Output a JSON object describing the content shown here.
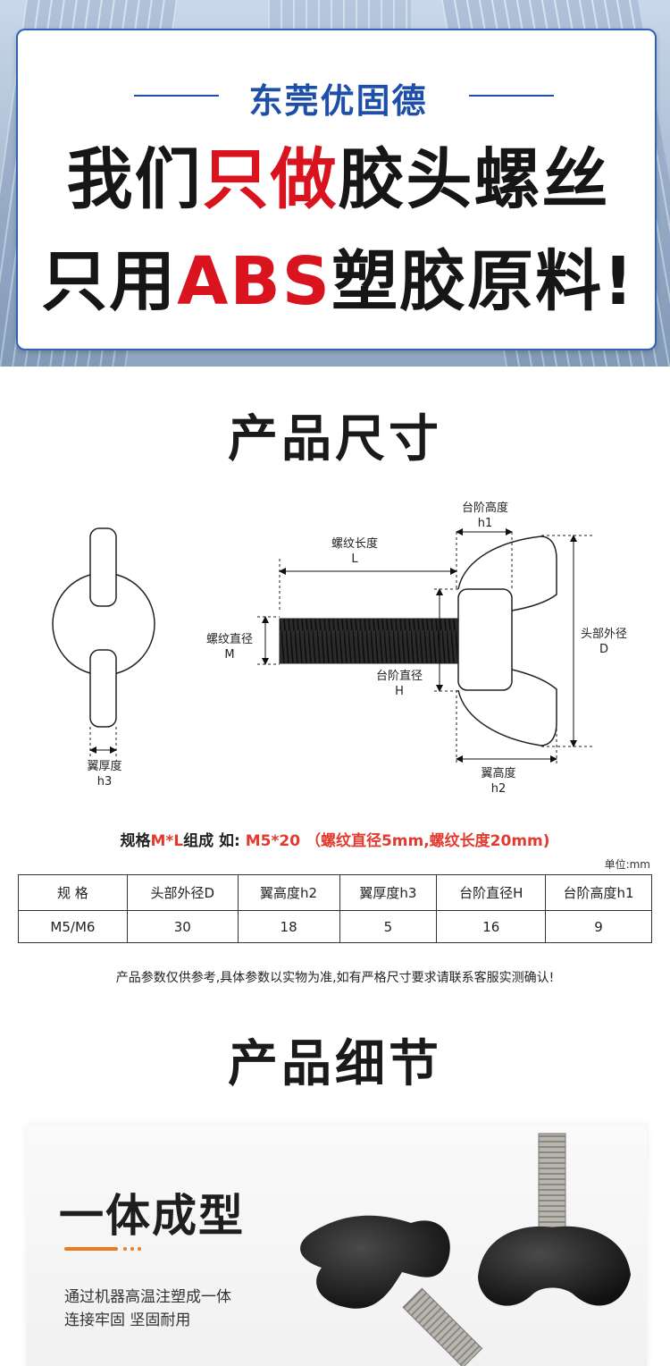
{
  "banner": {
    "brand": "东莞优固德",
    "line1": {
      "a": "我们",
      "b": "只做",
      "c": "胶头螺丝"
    },
    "line2": {
      "a": "只用",
      "b": "ABS",
      "c": "塑胶原料!"
    }
  },
  "size_section": {
    "title": "产品尺寸",
    "labels": {
      "h1_name": "台阶高度",
      "h1_sym": "h1",
      "L_name": "螺纹长度",
      "L_sym": "L",
      "D_name": "头部外径",
      "D_sym": "D",
      "M_name": "螺纹直径",
      "M_sym": "M",
      "H_name": "台阶直径",
      "H_sym": "H",
      "h2_name": "翼高度",
      "h2_sym": "h2",
      "h3_name": "翼厚度",
      "h3_sym": "h3"
    },
    "spec": {
      "p1": "规格",
      "p2": "M*L",
      "p3": "组成 如: ",
      "p4": "M5*20 （螺纹直径5mm,螺纹长度20mm)"
    },
    "unit": "单位:mm",
    "table": {
      "headers": [
        "规 格",
        "头部外径D",
        "翼高度h2",
        "翼厚度h3",
        "台阶直径H",
        "台阶高度h1"
      ],
      "row": [
        "M5/M6",
        "30",
        "18",
        "5",
        "16",
        "9"
      ]
    },
    "note": "产品参数仅供参考,具体参数以实物为准,如有严格尺寸要求请联系客服实测确认!"
  },
  "detail_section": {
    "title": "产品细节",
    "card_title": "一体成型",
    "desc_line1": "通过机器高温注塑成一体",
    "desc_line2": "连接牢固 坚固耐用"
  },
  "colors": {
    "brand_blue": "#1e4fa8",
    "accent_red": "#d9141f",
    "accent_orange": "#ee7a1e"
  }
}
